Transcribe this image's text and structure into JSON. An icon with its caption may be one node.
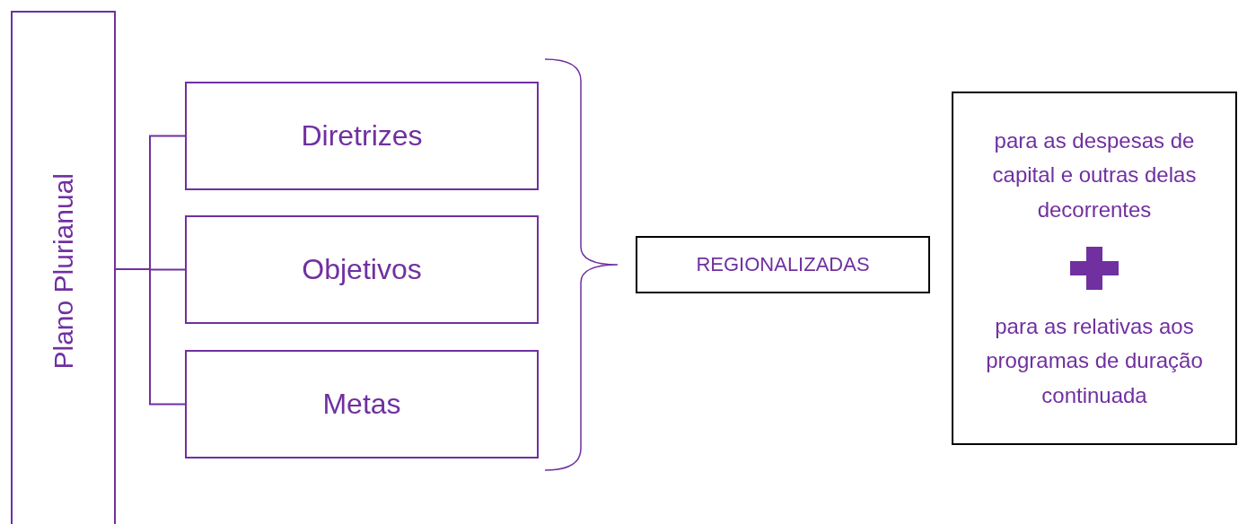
{
  "diagram": {
    "nodes": [
      {
        "text": [
          "Plano Plurianual"
        ]
      },
      {
        "text": [
          "Diretrizes"
        ]
      },
      {
        "text": [
          "Objetivos"
        ]
      },
      {
        "text": [
          "Metas"
        ]
      },
      {
        "text": [
          "REGIONALIZADAS"
        ]
      },
      {
        "text": [
          "para as despesas de capital e outras delas decorrentes",
          "para as relativas aos programas de duração continuada"
        ]
      }
    ],
    "edges": [
      {
        "from": 0,
        "to": 1,
        "arrow": "none"
      },
      {
        "from": 0,
        "to": 2,
        "arrow": "none"
      },
      {
        "from": 0,
        "to": 3,
        "arrow": "none"
      }
    ]
  }
}
